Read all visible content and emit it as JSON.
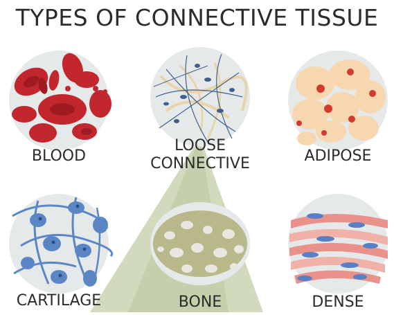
{
  "title": "TYPES OF CONNECTIVE TISSUE",
  "tissues": [
    {
      "name": "BLOOD",
      "icon": "blood-cells-icon"
    },
    {
      "name_line1": "LOOSE",
      "name_line2": "CONNECTIVE",
      "icon": "loose-connective-fibers-icon"
    },
    {
      "name": "ADIPOSE",
      "icon": "adipose-cells-icon"
    },
    {
      "name": "CARTILAGE",
      "icon": "cartilage-cells-icon"
    },
    {
      "name": "BONE",
      "icon": "bone-tissue-icon"
    },
    {
      "name": "DENSE",
      "icon": "dense-connective-fibers-icon"
    }
  ],
  "colors": {
    "circle_bg": "#e6e9e9",
    "blood_red": "#c2272d",
    "blood_dark": "#9e1b22",
    "fiber_blue": "#3f5f8c",
    "fiber_tan": "#e8d4a8",
    "fat_cell": "#f7d7b0",
    "fat_nucleus": "#d23b2f",
    "cartilage_blue": "#5b86c5",
    "bone_olive": "#b9b88a",
    "dense_pink": "#e9928c",
    "dense_nucleus": "#5a7fc4",
    "beam_green": "#c9d3b2"
  }
}
